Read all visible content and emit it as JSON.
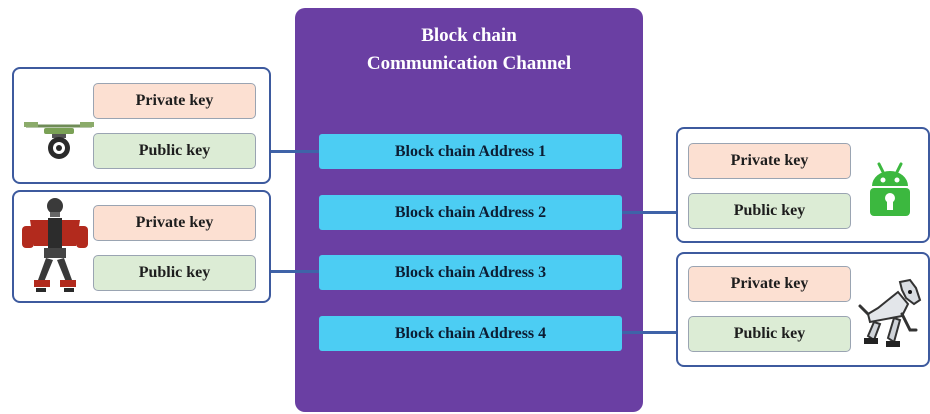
{
  "channel": {
    "title_line1": "Block chain",
    "title_line2": "Communication Channel",
    "addresses": [
      "Block chain Address 1",
      "Block chain Address 2",
      "Block chain Address 3",
      "Block chain Address 4"
    ]
  },
  "devices": [
    {
      "icon": "drone-icon",
      "private_key": "Private key",
      "public_key": "Public key"
    },
    {
      "icon": "humanoid-robot-icon",
      "private_key": "Private key",
      "public_key": "Public key"
    },
    {
      "icon": "android-lock-icon",
      "private_key": "Private key",
      "public_key": "Public key"
    },
    {
      "icon": "robot-dog-icon",
      "private_key": "Private key",
      "public_key": "Public key"
    }
  ],
  "colors": {
    "channel": "#6a3fa3",
    "address": "#4ccdf3",
    "private_key": "#fce0d2",
    "public_key": "#dcecd5",
    "panel_border": "#3d5a9e",
    "connector": "#3f63a8",
    "android_green": "#3cb83f"
  }
}
